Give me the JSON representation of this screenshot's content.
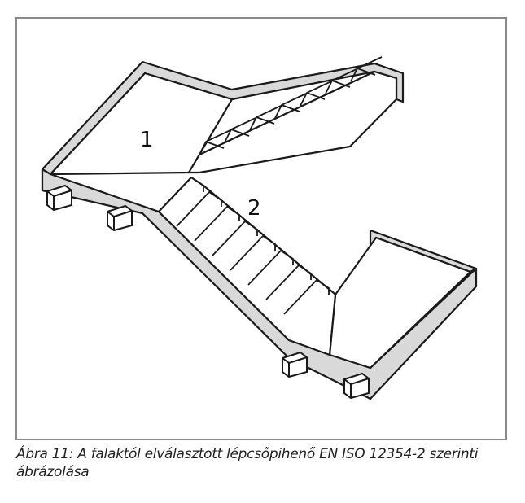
{
  "figure": {
    "labels": {
      "landing": "1",
      "flight": "2"
    },
    "colors": {
      "wall": "#d9d9d9",
      "line": "#1a1a1a",
      "frame": "#8a8a8a"
    }
  },
  "caption": "Ábra 11: A falaktól elválasztott lépcsőpihenő EN ISO 12354-2 szerinti ábrázolása"
}
